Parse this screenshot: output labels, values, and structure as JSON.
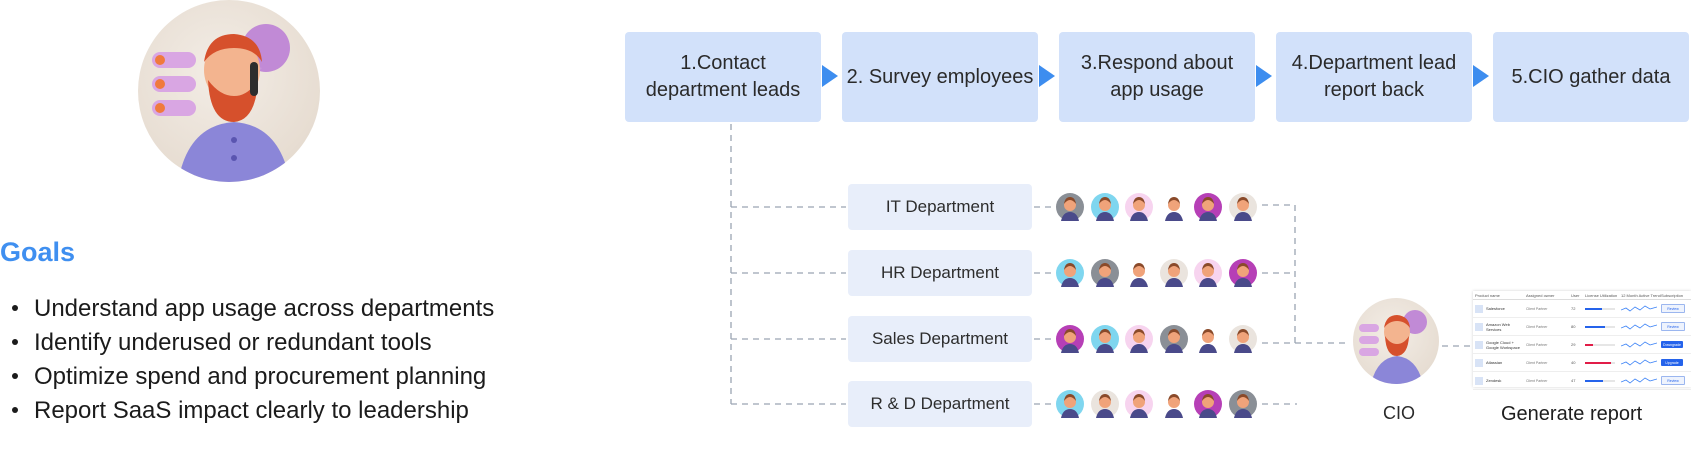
{
  "goals": {
    "title": "Goals",
    "items": [
      "Understand app usage across departments",
      "Identify underused or redundant tools",
      "Optimize spend and procurement planning",
      "Report SaaS impact clearly to leadership"
    ]
  },
  "steps": [
    {
      "label": "1.Contact department leads"
    },
    {
      "label": "2. Survey employees"
    },
    {
      "label": "3.Respond about app usage"
    },
    {
      "label": "4.Department lead report back"
    },
    {
      "label": "5.CIO gather data"
    }
  ],
  "departments": [
    {
      "label": "IT Department",
      "avatars": [
        "#8a8f96",
        "#7fd6ef",
        "#f7d4ef",
        "#ffffff",
        "#b63fb6",
        "#eae4de"
      ]
    },
    {
      "label": "HR Department",
      "avatars": [
        "#7fd6ef",
        "#8a8f96",
        "#ffffff",
        "#eae4de",
        "#f7d4ef",
        "#b63fb6"
      ]
    },
    {
      "label": "Sales Department",
      "avatars": [
        "#b63fb6",
        "#7fd6ef",
        "#f7d4ef",
        "#8a8f96",
        "#ffffff",
        "#eae4de"
      ]
    },
    {
      "label": "R & D Department",
      "avatars": [
        "#7fd6ef",
        "#eae4de",
        "#f7d4ef",
        "#ffffff",
        "#b63fb6",
        "#8a8f96"
      ]
    }
  ],
  "cio": {
    "label": "CIO"
  },
  "report": {
    "label": "Generate report",
    "columns": [
      "Product name",
      "Assigned owner",
      "User",
      "License Utilization",
      "12 Month Active Trend",
      "Subscription"
    ],
    "rows": [
      {
        "name": "Salesforce",
        "owner": "Client Partner",
        "users": "72",
        "util": 0.55,
        "util_color": "#2563eb",
        "action": "Review",
        "action_style": "outline"
      },
      {
        "name": "Amazon Web Services",
        "owner": "Client Partner",
        "users": "80",
        "util": 0.65,
        "util_color": "#2563eb",
        "action": "Review",
        "action_style": "outline"
      },
      {
        "name": "Google Cloud + Google Workspace",
        "owner": "Client Partner",
        "users": "29",
        "util": 0.25,
        "util_color": "#e11d48",
        "action": "Downgrade",
        "action_style": "solid"
      },
      {
        "name": "Atlassian",
        "owner": "Client Partner",
        "users": "40",
        "util": 0.85,
        "util_color": "#e11d48",
        "action": "Upgrade",
        "action_style": "solid"
      },
      {
        "name": "Zendesk",
        "owner": "Client Partner",
        "users": "47",
        "util": 0.6,
        "util_color": "#2563eb",
        "action": "Review",
        "action_style": "outline"
      }
    ]
  },
  "colors": {
    "accent": "#3d8def",
    "step_bg": "#d2e1fa",
    "dept_bg": "#e8eefa",
    "line": "#9aa4b2"
  }
}
